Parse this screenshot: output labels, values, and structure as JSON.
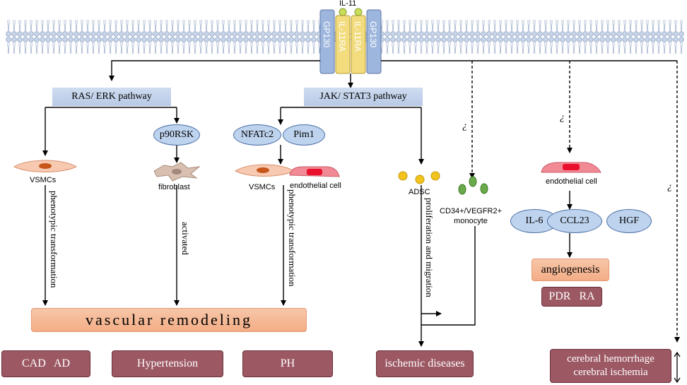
{
  "ligand": {
    "label": "IL-11"
  },
  "receptors": {
    "gp130_left": "GP130",
    "il11ra_left": "IL-11RA",
    "il11ra_right": "IL-11RA",
    "gp130_right": "GP130"
  },
  "pathways": {
    "ras_erk": "RAS/ ERK pathway",
    "jak_stat3": "JAK/ STAT3 pathway"
  },
  "nodes": {
    "p90rsk": "p90RSK",
    "nfatc2": "NFATc2",
    "pim1": "Pim1",
    "il6": "IL-6",
    "ccl23": "CCL23",
    "hgf": "HGF"
  },
  "cells": {
    "vsmcs_left": "VSMCs",
    "fibroblast": "fibroblast",
    "vsmcs_mid": "VSMCs",
    "endothelial_mid": "endothelial cell",
    "adsc": "ADSC",
    "monocyte": "CD34+/VEGFR2+\nmonocyte",
    "endothelial_right": "endothelial cell"
  },
  "effects": {
    "phenotypic_left": "phenotypic transformation",
    "activated": "activated",
    "phenotypic_mid": "phenotypic transformation",
    "proliferation": "proliferation and migration"
  },
  "outcomes": {
    "vascular_remodeling": "vascular remodeling",
    "angiogenesis": "angiogenesis"
  },
  "diseases": {
    "cad_ad": "CAD   AD",
    "hypertension": "Hypertension",
    "ph": "PH",
    "ischemic": "ischemic diseases",
    "pdr_ra": "PDR   RA",
    "cerebral_1": "cerebral hemorrhage",
    "cerebral_2": "cerebral ischemia"
  },
  "uncertain_mark": "¿",
  "colors": {
    "membrane_head": "#c9d5e8",
    "membrane_border": "#8ea2c6",
    "receptor_blue": "#9db6dd",
    "receptor_yellow": "#f2dc7e",
    "ligand_green": "#c9de5a",
    "disease_fill": "#9c5863",
    "orange_fill": "#f3ad86",
    "pathway_fill": "#c5d5ee"
  }
}
